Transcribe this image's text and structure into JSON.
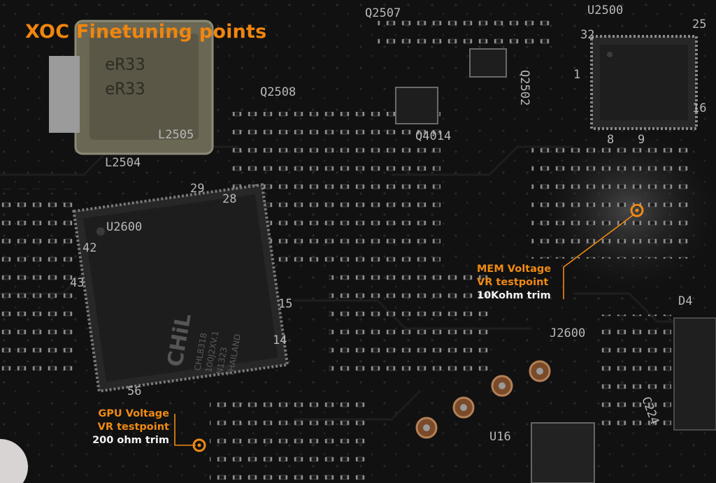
{
  "title": "XOC Finetuning points",
  "callouts": {
    "mem": {
      "line1": "MEM Voltage",
      "line2": "VR testpoint",
      "line3": "10Kohm trim"
    },
    "gpu": {
      "line1": "GPU Voltage",
      "line2": "VR testpoint",
      "line3": "200 ohm trim"
    }
  },
  "board_labels": {
    "u2500": "U2500",
    "q2502": "Q2502",
    "q2508": "Q2508",
    "q4014": "Q4014",
    "l2505": "L2505",
    "l2504": "L2504",
    "u2600": "U2600",
    "j2600": "J2600",
    "u16": "U16",
    "d4": "D4",
    "c224": "C224",
    "q2507": "Q2507",
    "pin28": "28",
    "pin29": "29",
    "pin42": "42",
    "pin43": "43",
    "pin56": "56",
    "pin14": "14",
    "pin15": "15",
    "pin32": "32",
    "pin25": "25",
    "pin16": "16",
    "pin9": "9",
    "pin8": "8",
    "pin1": "1",
    "ind_top": "eR33",
    "ind_bot": "eR33",
    "chip_logo": "CHiL",
    "chip_line1": "CHL8318",
    "chip_line2": "100J2XV.1",
    "chip_line3": "N1323",
    "chip_line4": "THAILAND"
  },
  "colors": {
    "accent": "#f0860f",
    "text_white": "#f3f3f3"
  }
}
